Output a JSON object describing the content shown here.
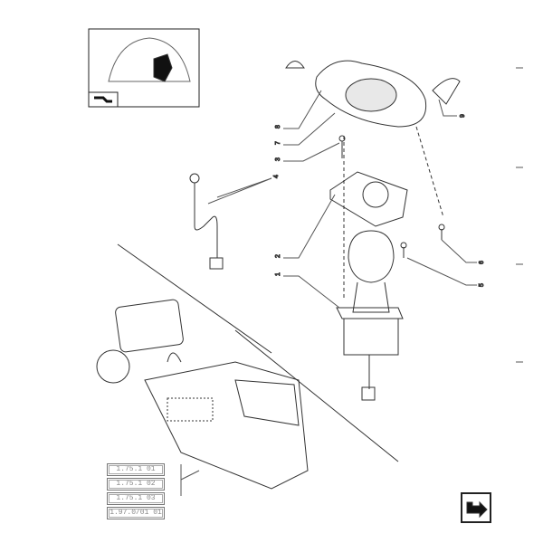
{
  "diagram": {
    "callouts": [
      "8",
      "7",
      "3",
      "4",
      "2",
      "1",
      "9",
      "6",
      "5"
    ],
    "references": [
      "1.75.1 01",
      "1.75.1 02",
      "1.75.1 03",
      "1.97.0/01 01"
    ]
  }
}
